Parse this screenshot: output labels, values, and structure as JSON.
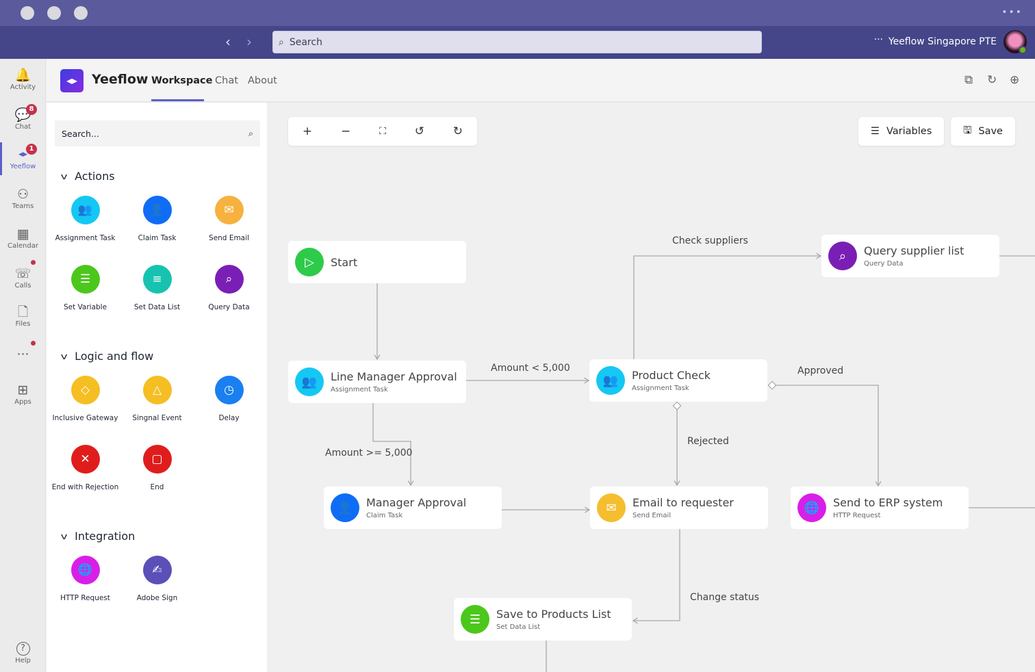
{
  "window": {
    "more": "•••"
  },
  "topbar": {
    "search_placeholder": "Search",
    "org": "Yeeflow Singapore PTE",
    "more": "···"
  },
  "rail": [
    {
      "label": "Activity",
      "icon": "bell-icon",
      "glyph": "🔔"
    },
    {
      "label": "Chat",
      "icon": "chat-icon",
      "glyph": "💬",
      "badge": "8"
    },
    {
      "label": "Yeeflow",
      "icon": "yeeflow-icon",
      "glyph": "◂▸",
      "badge": "1"
    },
    {
      "label": "Teams",
      "icon": "teams-icon",
      "glyph": "⚇"
    },
    {
      "label": "Calendar",
      "icon": "calendar-icon",
      "glyph": "▦"
    },
    {
      "label": "Calls",
      "icon": "phone-icon",
      "glyph": "☏"
    },
    {
      "label": "Files",
      "icon": "file-icon",
      "glyph": "🗋"
    },
    {
      "label": "",
      "icon": "more-icon",
      "glyph": "···"
    },
    {
      "label": "Apps",
      "icon": "apps-icon",
      "glyph": "⊞"
    },
    {
      "label": "Help",
      "icon": "help-icon",
      "glyph": "?"
    }
  ],
  "app": {
    "name": "Yeeflow",
    "tabs": [
      "Workspace",
      "Chat",
      "About"
    ]
  },
  "palette": {
    "search_placeholder": "Search...",
    "sections": [
      {
        "title": "Actions",
        "items": [
          {
            "label": "Assignment Task",
            "color": "#14c8f3",
            "glyph": "👥"
          },
          {
            "label": "Claim Task",
            "color": "#0f6cf5",
            "glyph": "👤"
          },
          {
            "label": "Send Email",
            "color": "#f6b13f",
            "glyph": "✉"
          },
          {
            "label": "Set Variable",
            "color": "#4cc71c",
            "glyph": "☰"
          },
          {
            "label": "Set Data List",
            "color": "#17c3b0",
            "glyph": "≡"
          },
          {
            "label": "Query Data",
            "color": "#7a1fb5",
            "glyph": "⌕"
          }
        ]
      },
      {
        "title": "Logic and flow",
        "items": [
          {
            "label": "Inclusive Gateway",
            "color": "#f5be23",
            "glyph": "◇"
          },
          {
            "label": "Singnal Event",
            "color": "#f5be23",
            "glyph": "△"
          },
          {
            "label": "Delay",
            "color": "#1a7ff0",
            "glyph": "◷"
          },
          {
            "label": "End with Rejection",
            "color": "#e01d1d",
            "glyph": "✕"
          },
          {
            "label": "End",
            "color": "#e01d1d",
            "glyph": "▢"
          }
        ]
      },
      {
        "title": "Integration",
        "items": [
          {
            "label": "HTTP Request",
            "color": "#d81fe8",
            "glyph": "🌐"
          },
          {
            "label": "Adobe Sign",
            "color": "#5b4fb8",
            "glyph": "✍"
          }
        ]
      }
    ]
  },
  "canvas": {
    "toolbar": [
      "+",
      "−",
      "⛶",
      "↺",
      "↻"
    ],
    "variables": "Variables",
    "save": "Save",
    "nodes": [
      {
        "id": "start",
        "title": "Start",
        "subtitle": "",
        "color": "#2ecb4a",
        "glyph": "▷"
      },
      {
        "id": "query",
        "title": "Query supplier list",
        "subtitle": "Query Data",
        "color": "#7a1fb5",
        "glyph": "⌕"
      },
      {
        "id": "lma",
        "title": "Line Manager Approval",
        "subtitle": "Assignment Task",
        "color": "#14c8f3",
        "glyph": "👥"
      },
      {
        "id": "pc",
        "title": "Product Check",
        "subtitle": "Assignment Task",
        "color": "#14c8f3",
        "glyph": "👥"
      },
      {
        "id": "ma",
        "title": "Manager Approval",
        "subtitle": "Claim Task",
        "color": "#0f6cf5",
        "glyph": "👤"
      },
      {
        "id": "email",
        "title": "Email to requester",
        "subtitle": "Send Email",
        "color": "#f5be2f",
        "glyph": "✉"
      },
      {
        "id": "erp",
        "title": "Send to ERP system",
        "subtitle": "HTTP Request",
        "color": "#d81fe8",
        "glyph": "🌐"
      },
      {
        "id": "save",
        "title": "Save to Products List",
        "subtitle": "Set Data List",
        "color": "#4cc71c",
        "glyph": "☰"
      }
    ],
    "edge_labels": [
      "Amount < 5,000",
      "Amount >= 5,000",
      "Check suppliers",
      "Approved",
      "Rejected",
      "Change status"
    ]
  }
}
